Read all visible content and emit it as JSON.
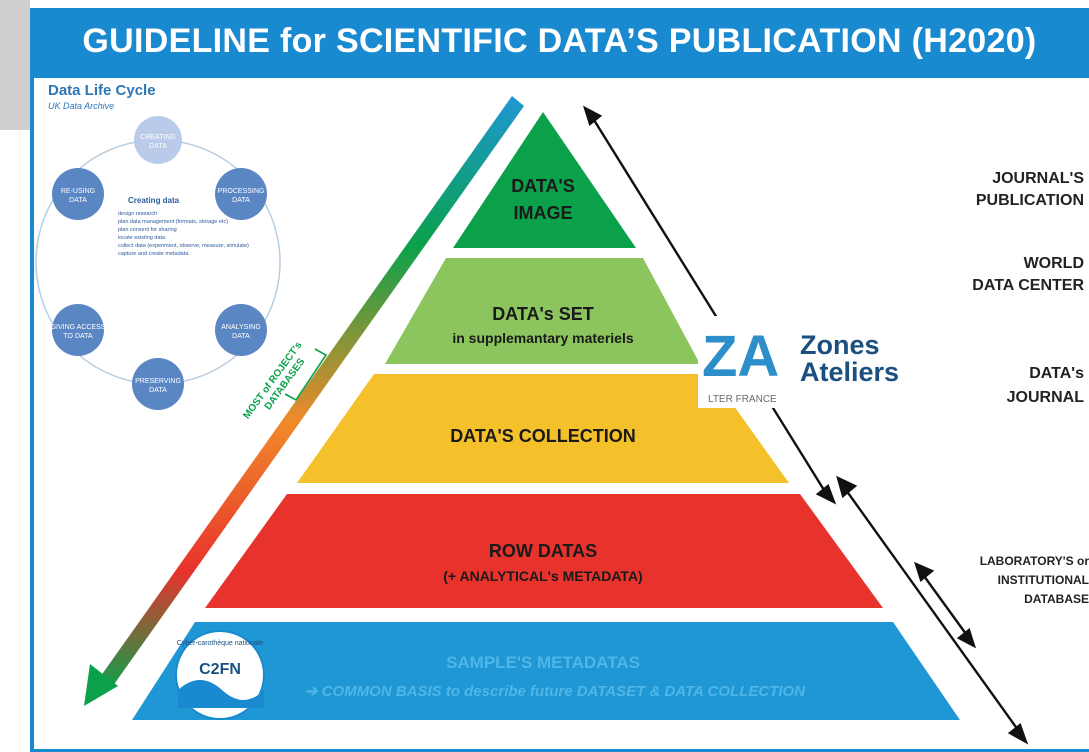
{
  "header": {
    "title": "GUIDELINE for SCIENTIFIC DATA’S PUBLICATION (H2020)"
  },
  "life_cycle": {
    "title": "Data Life Cycle",
    "subtitle": "UK Data Archive",
    "center_title": "Creating data",
    "center_items": [
      "design research",
      "plan data management (formats, storage etc)",
      "plan consent for sharing",
      "locate existing data",
      "collect data (experiment, observe, measure, simulate)",
      "capture and create metadata"
    ],
    "stages": [
      {
        "line1": "CREATING",
        "line2": "DATA"
      },
      {
        "line1": "PROCESSING",
        "line2": "DATA"
      },
      {
        "line1": "ANALYSING",
        "line2": "DATA"
      },
      {
        "line1": "PRESERVING",
        "line2": "DATA"
      },
      {
        "line1": "GIVING ACCESS",
        "line2": "TO DATA"
      },
      {
        "line1": "RE-USING",
        "line2": "DATA"
      }
    ]
  },
  "pyramid": {
    "levels": [
      {
        "line1": "DATA'S",
        "line2": "IMAGE",
        "color": "#0aa14a"
      },
      {
        "line1": "DATA's SET",
        "line2": "in supplemantary materiels",
        "color": "#8cc45e"
      },
      {
        "line1": "DATA'S COLLECTION",
        "line2": "",
        "color": "#f4c12b"
      },
      {
        "line1": "ROW DATAS",
        "line2": "(+ ANALYTICAL's METADATA)",
        "color": "#e8322c"
      },
      {
        "line1": "SAMPLE'S METADATAS",
        "line2": "➔ COMMON BASIS to describe future DATASET & DATA COLLECTION",
        "color": "#1f97d4"
      }
    ]
  },
  "arrow_note": {
    "line1": "MOST of ROJECT's",
    "line2": "DATABASES"
  },
  "publication_labels": [
    {
      "line1": "JOURNAL'S",
      "line2": "PUBLICATION"
    },
    {
      "line1": "WORLD",
      "line2": "DATA CENTER"
    },
    {
      "line1": "DATA's",
      "line2": "JOURNAL"
    },
    {
      "line1": "LABORATORY'S or",
      "line2": "INSTITUTIONAL",
      "line3": "DATABASE"
    }
  ],
  "logos": {
    "zones_line1": "Zones",
    "zones_line2": "Ateliers",
    "zones_mark": "ZA",
    "zones_sub": "LTER FRANCE",
    "c2fn_text": "C2FN",
    "c2fn_ring": "Cyber-carothèque nationale"
  }
}
